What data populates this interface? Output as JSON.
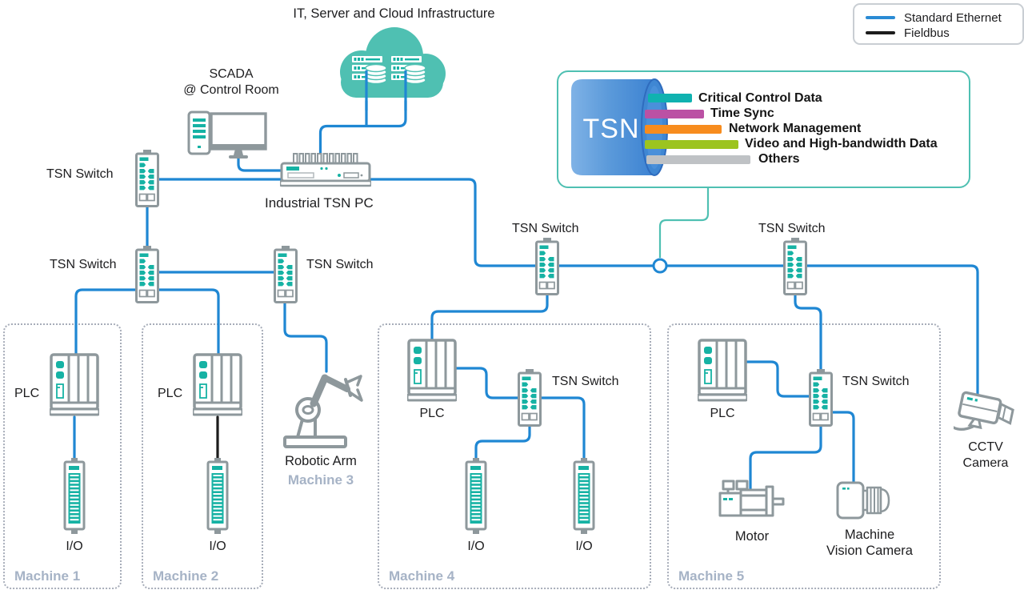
{
  "diagram_title": "IT, Server and Cloud Infrastructure",
  "legend": {
    "standard_ethernet": {
      "label": "Standard Ethernet",
      "color": "#2a8bd4"
    },
    "fieldbus": {
      "label": "Fieldbus",
      "color": "#1c1c1c"
    }
  },
  "tsn_callout": {
    "tsn_label": "TSN",
    "streams": [
      {
        "label": "Critical Control Data",
        "color": "#10b2b0"
      },
      {
        "label": "Time Sync",
        "color": "#bb51a4"
      },
      {
        "label": "Network Management",
        "color": "#f78c1e"
      },
      {
        "label": "Video and High-bandwidth Data",
        "color": "#9cc41f"
      },
      {
        "label": "Others",
        "color": "#bfc2c5"
      }
    ]
  },
  "labels": {
    "tsn_switch": "TSN Switch",
    "plc": "PLC",
    "io": "I/O",
    "scada_line1": "SCADA",
    "scada_line2": "@ Control Room",
    "industrial_pc": "Industrial TSN PC",
    "robotic_arm": "Robotic Arm",
    "motor": "Motor",
    "machine_vision_line1": "Machine",
    "machine_vision_line2": "Vision Camera",
    "cctv_line1": "CCTV",
    "cctv_line2": "Camera"
  },
  "machines": {
    "machine1": "Machine 1",
    "machine2": "Machine 2",
    "machine3": "Machine 3",
    "machine4": "Machine 4",
    "machine5": "Machine 5"
  },
  "colors": {
    "ethernet_blue": "#1f87d3",
    "fieldbus_black": "#1c1c1c",
    "accent_teal": "#4fc0b2",
    "device_teal": "#16b2a4",
    "device_gray": "#8e989c",
    "machine_label_gray": "#a6b3c6"
  }
}
